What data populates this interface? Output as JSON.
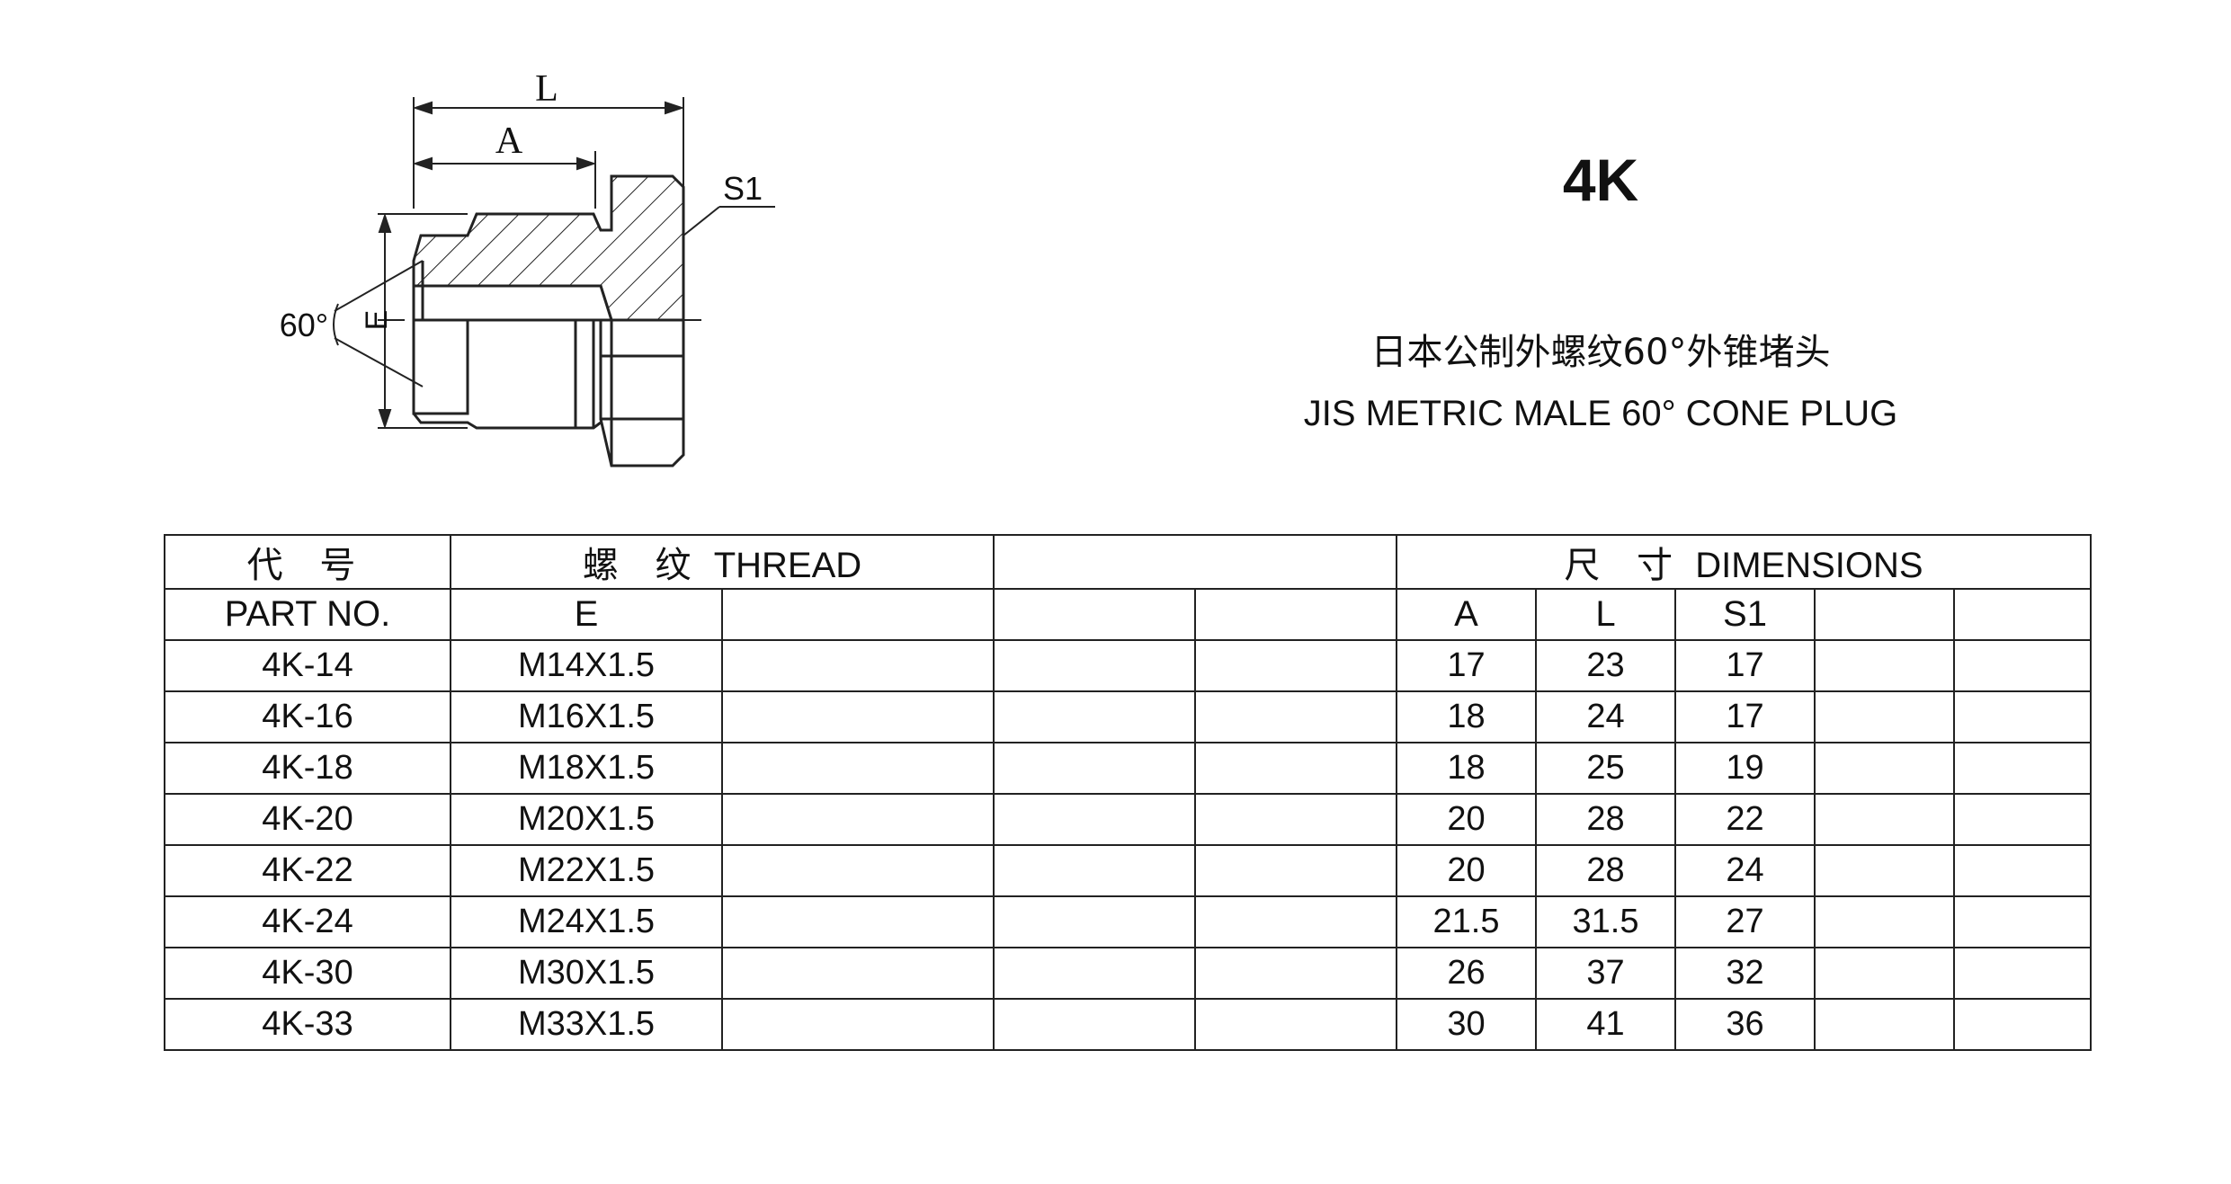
{
  "drawing": {
    "label_L": "L",
    "label_A": "A",
    "label_S1": "S1",
    "label_E": "E",
    "label_angle": "60°"
  },
  "title": {
    "code": "4K",
    "chinese": "日本公制外螺纹60°外锥堵头",
    "english": "JIS METRIC MALE 60° CONE PLUG"
  },
  "table": {
    "header": {
      "part_cn": "代 号",
      "part_en": "PART NO.",
      "thread_cn": "螺 纹",
      "thread_en": "THREAD",
      "dim_cn": "尺 寸",
      "dim_en": "DIMENSIONS",
      "col_E": "E",
      "col_A": "A",
      "col_L": "L",
      "col_S1": "S1"
    },
    "rows": [
      {
        "part": "4K-14",
        "E": "M14X1.5",
        "A": "17",
        "L": "23",
        "S1": "17"
      },
      {
        "part": "4K-16",
        "E": "M16X1.5",
        "A": "18",
        "L": "24",
        "S1": "17"
      },
      {
        "part": "4K-18",
        "E": "M18X1.5",
        "A": "18",
        "L": "25",
        "S1": "19"
      },
      {
        "part": "4K-20",
        "E": "M20X1.5",
        "A": "20",
        "L": "28",
        "S1": "22"
      },
      {
        "part": "4K-22",
        "E": "M22X1.5",
        "A": "20",
        "L": "28",
        "S1": "24"
      },
      {
        "part": "4K-24",
        "E": "M24X1.5",
        "A": "21.5",
        "L": "31.5",
        "S1": "27"
      },
      {
        "part": "4K-30",
        "E": "M30X1.5",
        "A": "26",
        "L": "37",
        "S1": "32"
      },
      {
        "part": "4K-33",
        "E": "M33X1.5",
        "A": "30",
        "L": "41",
        "S1": "36"
      }
    ]
  }
}
